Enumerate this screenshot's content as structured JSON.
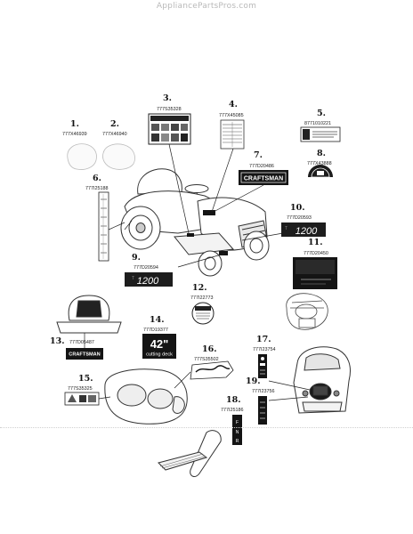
{
  "watermark": "AppliancePartsPros.com",
  "colors": {
    "ink": "#111111",
    "decal_black": "#141414",
    "decal_dark": "#2a2a2a",
    "paper": "#ffffff"
  },
  "parts": [
    {
      "num": "1.",
      "part": "777X46939"
    },
    {
      "num": "2.",
      "part": "777X46940"
    },
    {
      "num": "3.",
      "part": "777S35328"
    },
    {
      "num": "4.",
      "part": "777X45085"
    },
    {
      "num": "5.",
      "part": "8771010221"
    },
    {
      "num": "6.",
      "part": "777I25188"
    },
    {
      "num": "7.",
      "part": "777D20486"
    },
    {
      "num": "8.",
      "part": "777X43888"
    },
    {
      "num": "9.",
      "part": "777D20594"
    },
    {
      "num": "10.",
      "part": "777D20593"
    },
    {
      "num": "11.",
      "part": "777D20450"
    },
    {
      "num": "12.",
      "part": "777I22773"
    },
    {
      "num": "13.",
      "part": "777D05487"
    },
    {
      "num": "14.",
      "part": "777D19377"
    },
    {
      "num": "15.",
      "part": "777S35325"
    },
    {
      "num": "16.",
      "part": "777S35502"
    },
    {
      "num": "17.",
      "part": "777I23754"
    },
    {
      "num": "18.",
      "part": "777I25186"
    },
    {
      "num": "19.",
      "part": "777I23756"
    }
  ],
  "decals": {
    "craftsman": "CRAFTSMAN",
    "model_number": "1200",
    "deck_size": "42\"",
    "deck_caption": "cutting deck"
  }
}
